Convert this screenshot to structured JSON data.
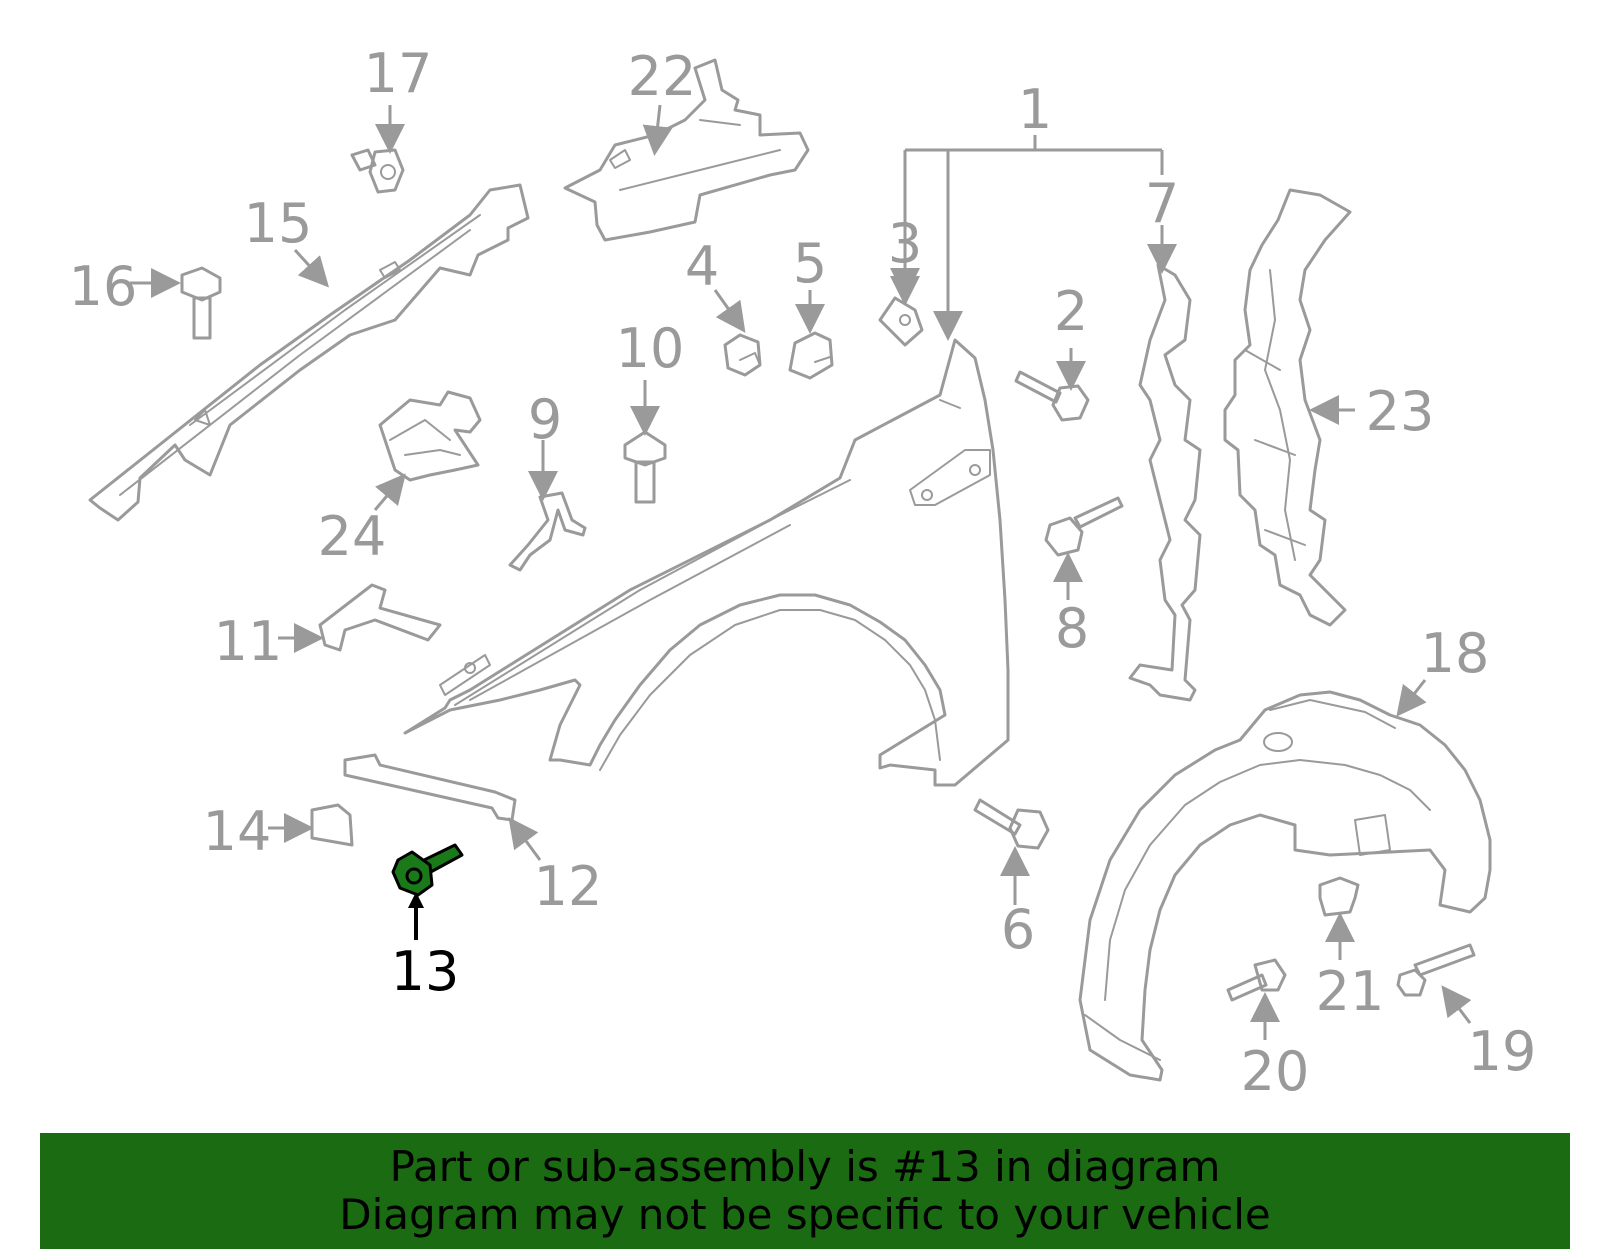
{
  "diagram": {
    "highlighted_part": "13",
    "callouts": [
      "1",
      "2",
      "3",
      "4",
      "5",
      "6",
      "7",
      "8",
      "9",
      "10",
      "11",
      "12",
      "13",
      "14",
      "15",
      "16",
      "17",
      "18",
      "19",
      "20",
      "21",
      "22",
      "23",
      "24"
    ]
  },
  "colors": {
    "line_art": "#9a9a9a",
    "highlight_fill": "#1a7a1a",
    "banner_background": "#1a6b12",
    "highlight_text": "#000000"
  },
  "footer": {
    "line1": "Part or sub-assembly is #13 in diagram",
    "line2": "Diagram may not be specific to your vehicle"
  }
}
